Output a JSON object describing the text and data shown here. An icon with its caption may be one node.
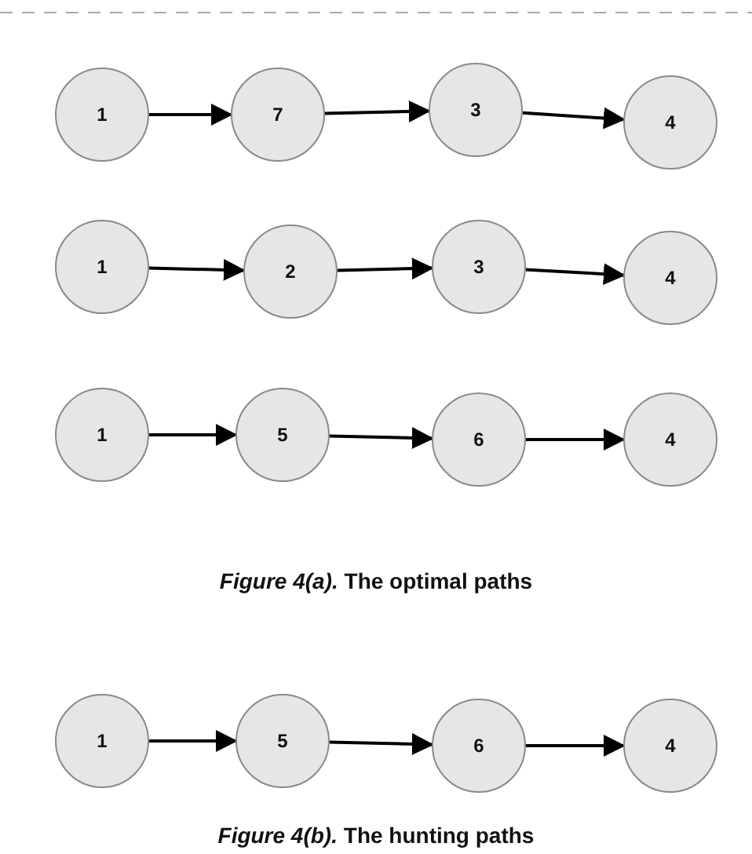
{
  "diagram": {
    "nodes": [
      {
        "text": [
          "1"
        ]
      },
      {
        "text": [
          "7"
        ]
      },
      {
        "text": [
          "3"
        ]
      },
      {
        "text": [
          "4"
        ]
      },
      {
        "text": [
          "1"
        ]
      },
      {
        "text": [
          "2"
        ]
      },
      {
        "text": [
          "3"
        ]
      },
      {
        "text": [
          "4"
        ]
      },
      {
        "text": [
          "1"
        ]
      },
      {
        "text": [
          "5"
        ]
      },
      {
        "text": [
          "6"
        ]
      },
      {
        "text": [
          "4"
        ]
      },
      {
        "text": [
          "1"
        ]
      },
      {
        "text": [
          "5"
        ]
      },
      {
        "text": [
          "6"
        ]
      },
      {
        "text": [
          "4"
        ]
      }
    ],
    "edges": [
      {
        "from": 0,
        "to": 1,
        "arrow": "to"
      },
      {
        "from": 1,
        "to": 2,
        "arrow": "to"
      },
      {
        "from": 2,
        "to": 3,
        "arrow": "to"
      },
      {
        "from": 4,
        "to": 5,
        "arrow": "to"
      },
      {
        "from": 5,
        "to": 6,
        "arrow": "to"
      },
      {
        "from": 6,
        "to": 7,
        "arrow": "to"
      },
      {
        "from": 8,
        "to": 9,
        "arrow": "to"
      },
      {
        "from": 9,
        "to": 10,
        "arrow": "to"
      },
      {
        "from": 10,
        "to": 11,
        "arrow": "to"
      },
      {
        "from": 12,
        "to": 13,
        "arrow": "to"
      },
      {
        "from": 13,
        "to": 14,
        "arrow": "to"
      },
      {
        "from": 14,
        "to": 15,
        "arrow": "to"
      }
    ],
    "labels": [
      "*Figure 4(a).* The optimal paths",
      "*Figure 4(b).* The hunting paths"
    ]
  }
}
